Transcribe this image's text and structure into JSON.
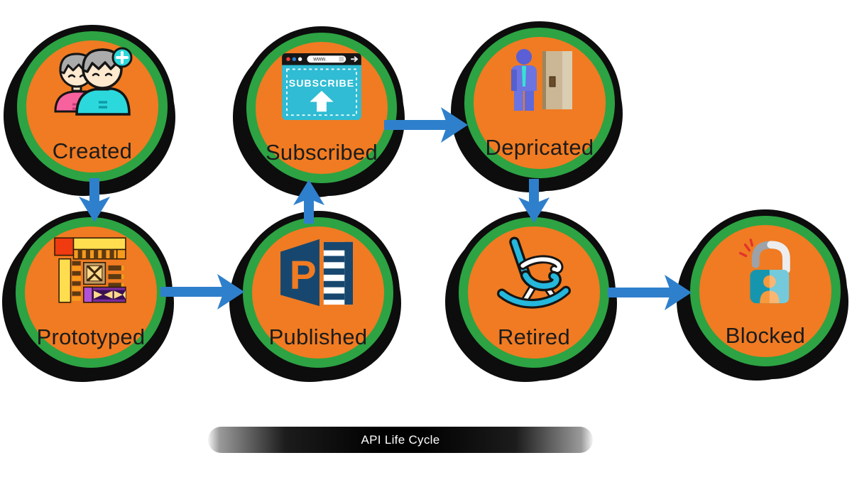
{
  "diagram": {
    "title": "API Life Cycle",
    "nodes": [
      {
        "id": "created",
        "label": "Created",
        "icon": "add-users-icon"
      },
      {
        "id": "prototyped",
        "label": "Prototyped",
        "icon": "prototype-mosaic-icon"
      },
      {
        "id": "published",
        "label": "Published",
        "icon": "publisher-document-icon",
        "letter": "P"
      },
      {
        "id": "subscribed",
        "label": "Subscribed",
        "icon": "subscribe-browser-icon",
        "browser_url": "www.",
        "browser_button": "SUBSCRIBE"
      },
      {
        "id": "depricated",
        "label": "Depricated",
        "icon": "person-door-icon"
      },
      {
        "id": "retired",
        "label": "Retired",
        "icon": "rocking-chair-icon"
      },
      {
        "id": "blocked",
        "label": "Blocked",
        "icon": "lock-user-icon"
      }
    ],
    "arrows": [
      {
        "from": "created",
        "to": "prototyped",
        "direction": "down"
      },
      {
        "from": "prototyped",
        "to": "published",
        "direction": "right"
      },
      {
        "from": "published",
        "to": "subscribed",
        "direction": "up"
      },
      {
        "from": "subscribed",
        "to": "depricated",
        "direction": "right"
      },
      {
        "from": "depricated",
        "to": "retired",
        "direction": "down"
      },
      {
        "from": "retired",
        "to": "blocked",
        "direction": "right"
      }
    ],
    "banner": {
      "label": "API Life Cycle"
    },
    "colors": {
      "node_fill": "#F07B22",
      "node_ring": "#2DA343",
      "node_outline": "#0D0D0D",
      "arrow": "#2F80CC",
      "label_text": "#1B1B1B",
      "banner_text": "#FFFFFF"
    }
  }
}
